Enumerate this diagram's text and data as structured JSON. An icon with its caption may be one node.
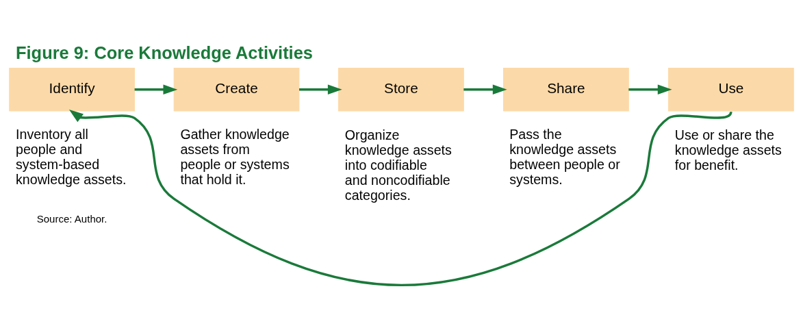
{
  "diagram": {
    "title": "Figure 9: Core Knowledge Activities",
    "caption": "Source: Author.",
    "nodes": [
      {
        "text": [
          "Identify"
        ],
        "beside": [
          "Inventory all people and system-based knowledge assets."
        ]
      },
      {
        "text": [
          "Create"
        ],
        "beside": [
          "Gather knowledge assets from people or systems that hold it."
        ]
      },
      {
        "text": [
          "Store"
        ],
        "beside": [
          "Organize knowledge assets into codifiable and noncodifiable categories."
        ]
      },
      {
        "text": [
          "Share"
        ],
        "beside": [
          "Pass the knowledge assets between people or systems."
        ]
      },
      {
        "text": [
          "Use"
        ],
        "beside": [
          "Use or share the knowledge assets for benefit."
        ]
      }
    ],
    "edges": [
      {
        "from": 0,
        "to": 1,
        "arrow": "to"
      },
      {
        "from": 1,
        "to": 2,
        "arrow": "to"
      },
      {
        "from": 2,
        "to": 3,
        "arrow": "to"
      },
      {
        "from": 3,
        "to": 4,
        "arrow": "to"
      },
      {
        "from": 4,
        "to": 0,
        "arrow": "to"
      }
    ]
  }
}
